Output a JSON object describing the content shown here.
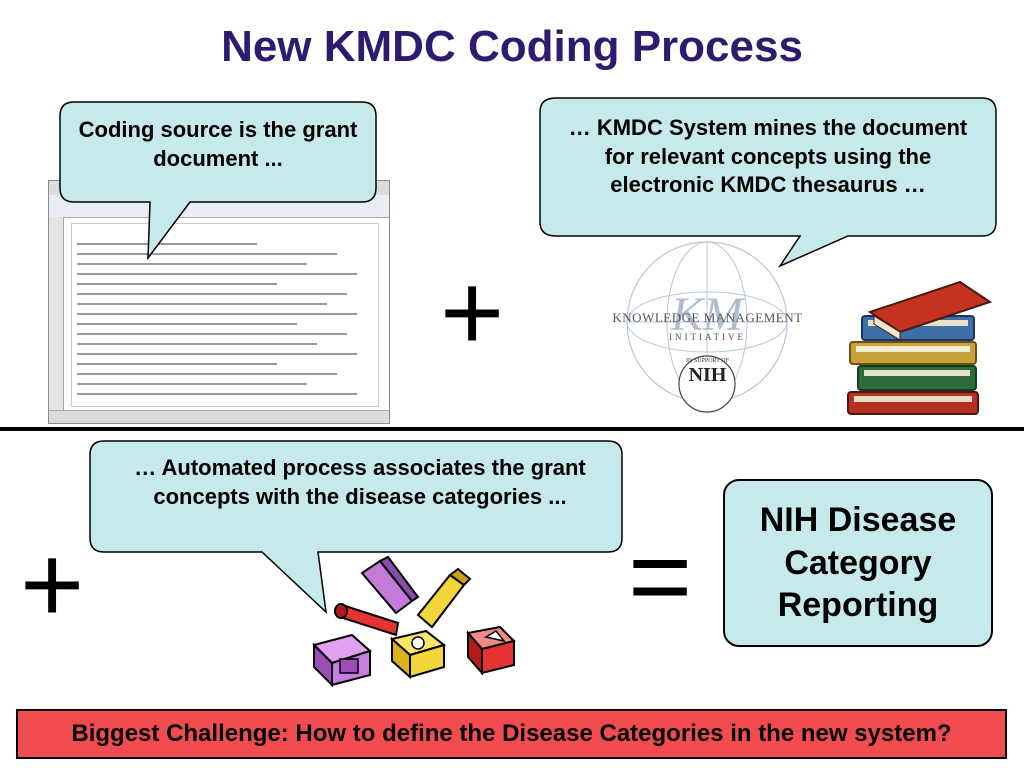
{
  "title": "New KMDC Coding Process",
  "bubbles": {
    "coding_source": "Coding source is the grant document ...",
    "kmdc_system": "… KMDC System mines the document for relevant concepts using the electronic KMDC thesaurus …",
    "automated": "… Automated process associates the grant concepts with the disease categories ..."
  },
  "operators": {
    "plus_top": "+",
    "plus_bottom": "+",
    "equals": "="
  },
  "result": "NIH Disease Category Reporting",
  "challenge": "Biggest Challenge: How to define the Disease Categories in the new system?",
  "logo": {
    "line1": "KNOWLEDGE  MANAGEMENT",
    "line2": "INITIATIVE",
    "line3": "IN SUPPORT OF",
    "line4": "NIH"
  },
  "colors": {
    "title": "#2e1a6e",
    "bubble_fill": "#c6e9ec",
    "challenge_fill": "#f24b50"
  },
  "icons": [
    "document-screenshot",
    "knowledge-management-logo",
    "books-icon",
    "toy-blocks-icon"
  ]
}
